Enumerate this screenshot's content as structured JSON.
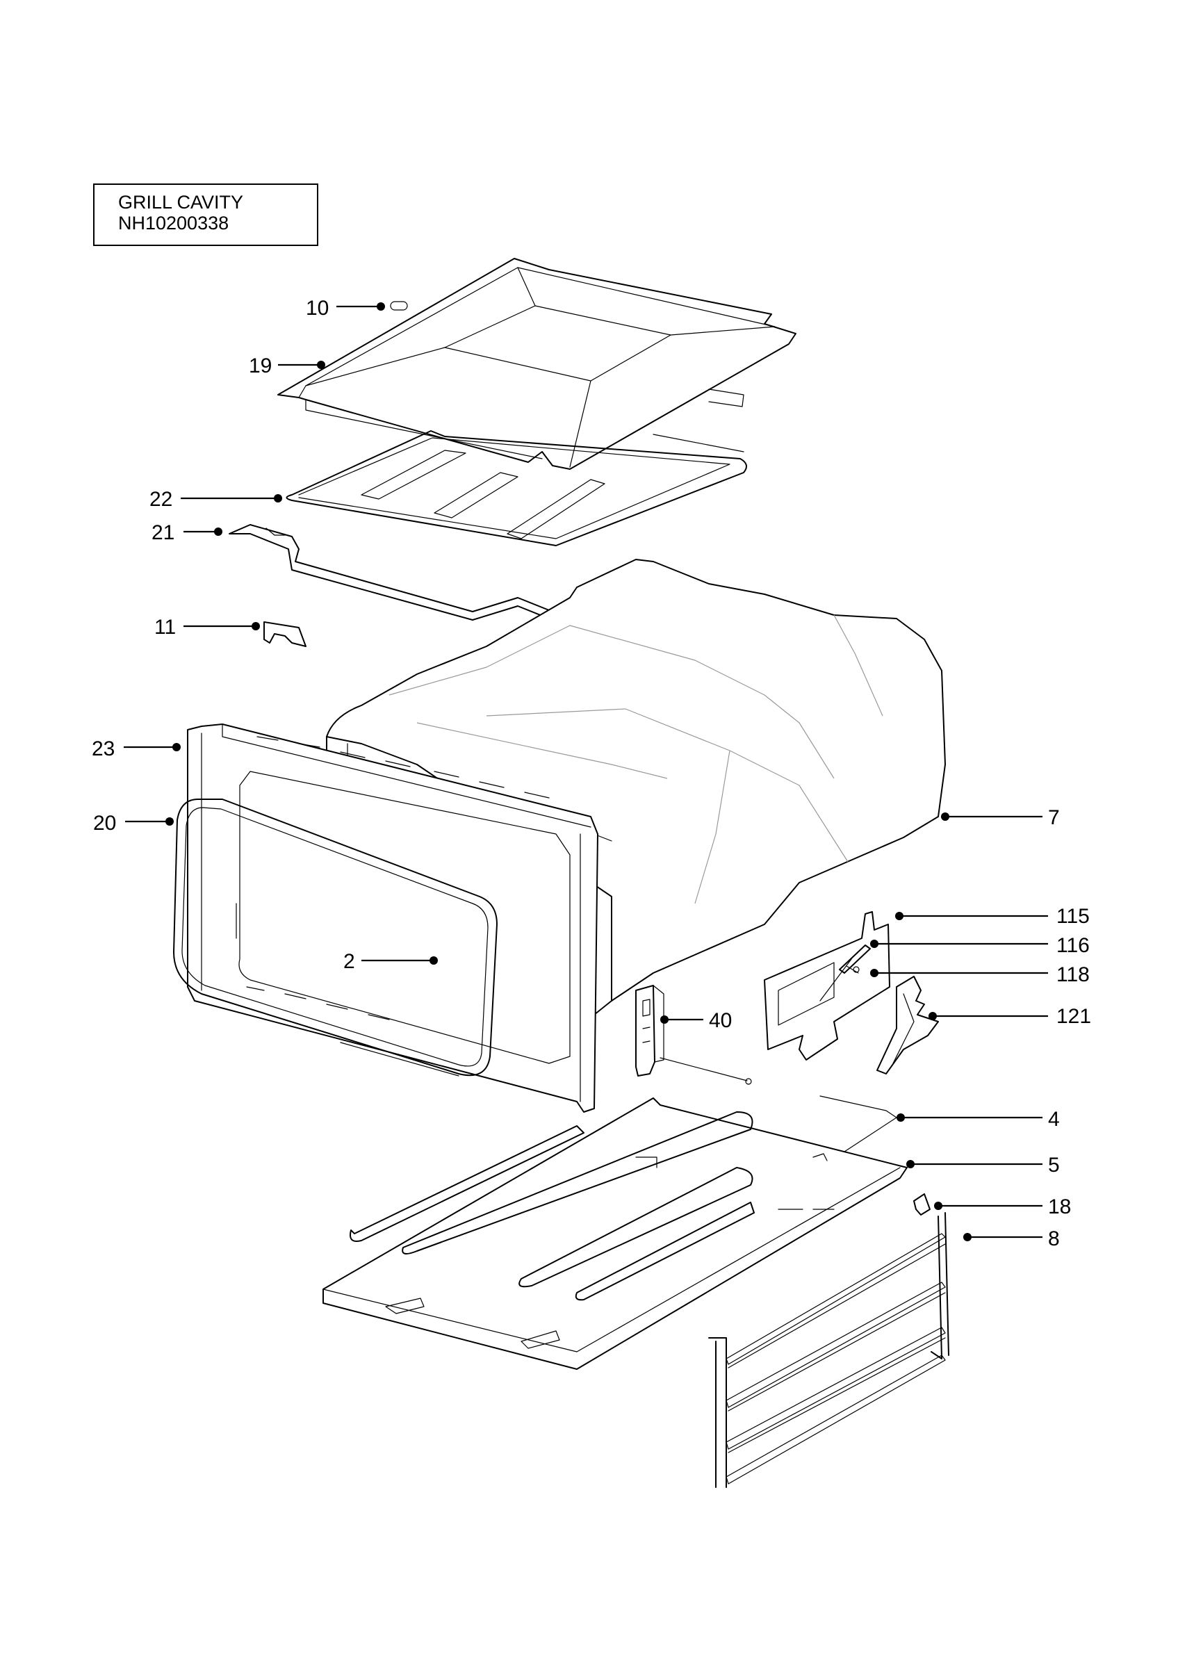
{
  "title": {
    "line1": "GRILL CAVITY",
    "line2": "NH10200338"
  },
  "callouts": [
    {
      "id": "10"
    },
    {
      "id": "19"
    },
    {
      "id": "22"
    },
    {
      "id": "21"
    },
    {
      "id": "11"
    },
    {
      "id": "23"
    },
    {
      "id": "20"
    },
    {
      "id": "2"
    },
    {
      "id": "7"
    },
    {
      "id": "115"
    },
    {
      "id": "116"
    },
    {
      "id": "118"
    },
    {
      "id": "40"
    },
    {
      "id": "121"
    },
    {
      "id": "4"
    },
    {
      "id": "5"
    },
    {
      "id": "18"
    },
    {
      "id": "8"
    }
  ]
}
